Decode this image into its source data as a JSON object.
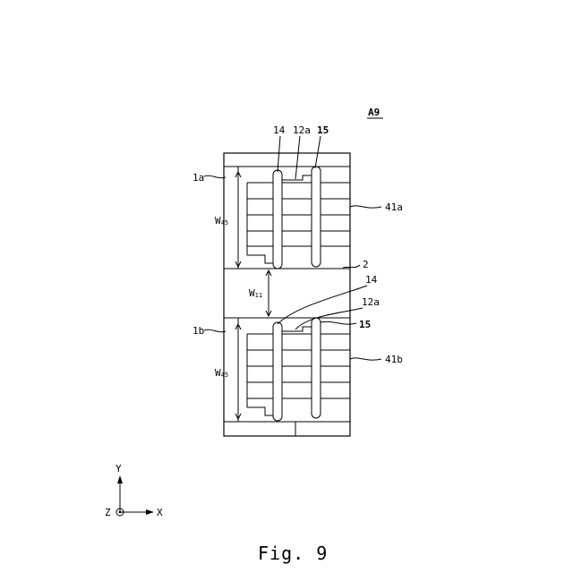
{
  "figure": {
    "id_label": "A9",
    "caption": "Fig. 9",
    "top_module": {
      "name": "1a",
      "labels": {
        "lead": "14",
        "tab": "12a",
        "pin": "15",
        "fins": "41a",
        "width_main": "W",
        "width_sub": "45"
      }
    },
    "bottom_module": {
      "name": "1b",
      "labels": {
        "lead": "14",
        "tab": "12a",
        "pin": "15",
        "fins": "41b",
        "width_main": "W",
        "width_sub": "45"
      }
    },
    "frame_label": "2",
    "gap_label": {
      "main": "W",
      "sub": "11"
    },
    "axes": {
      "y": "Y",
      "x": "X",
      "z": "Z"
    }
  }
}
